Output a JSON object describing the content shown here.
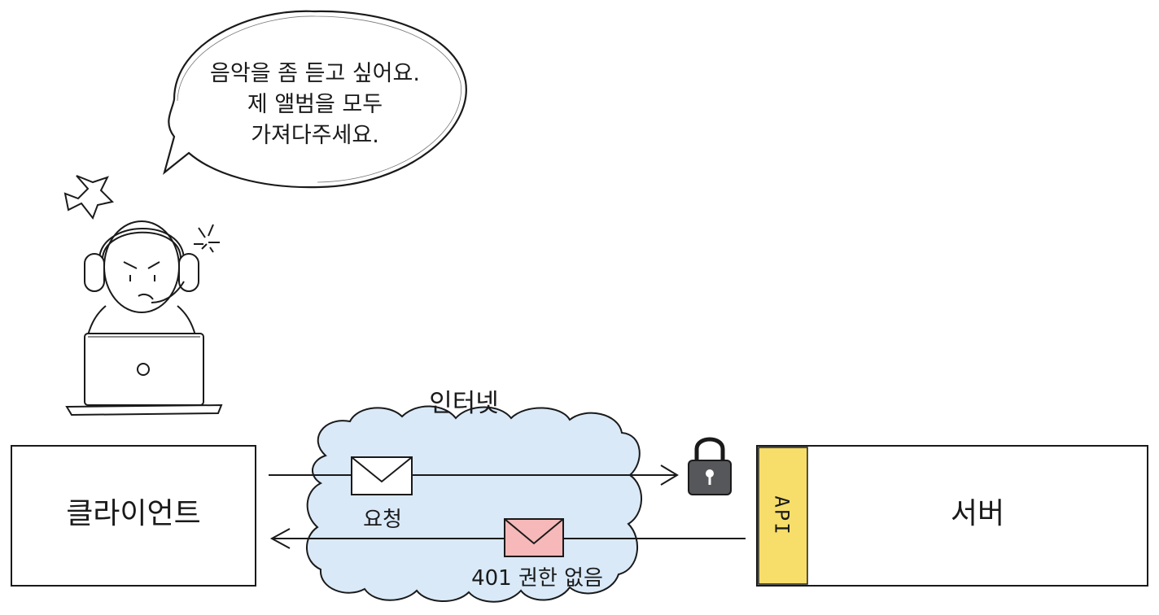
{
  "speech": {
    "line1": "음악을 좀 듣고 싶어요.",
    "line2": "제 앨범을 모두",
    "line3": "가져다주세요."
  },
  "cloud": {
    "label": "인터넷"
  },
  "client": {
    "label": "클라이언트"
  },
  "server": {
    "label": "서버",
    "api_label": "API"
  },
  "request": {
    "label": "요청"
  },
  "response": {
    "label": "401 권한 없음"
  },
  "colors": {
    "cloud_fill": "#d9e9f8",
    "api_fill": "#f7de6a",
    "request_envelope": "#ffffff",
    "response_envelope": "#f6b8b8",
    "lock": "#55575b",
    "ink": "#1a1a1a"
  }
}
